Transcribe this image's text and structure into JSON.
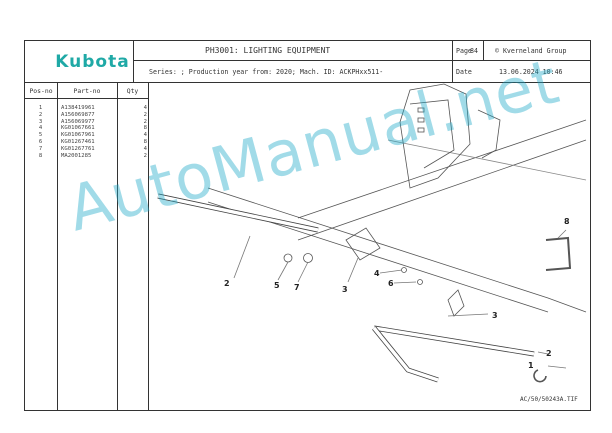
{
  "header": {
    "brand": "Kubota",
    "title": "PH3001: LIGHTING EQUIPMENT",
    "page_label": "Page",
    "page_number": "84",
    "copyright": "© Kverneland Group",
    "series_line": "Series: ; Production year from: 2020; Mach. ID: ACKPHxx511-",
    "date_label": "Date",
    "date_value": "13.06.2024  10:46"
  },
  "table": {
    "col_pos": "Pos-no",
    "col_part": "Part-no",
    "col_qty": "Qty",
    "rows": [
      {
        "pos": "1",
        "part": "A138419961",
        "qty": "4"
      },
      {
        "pos": "2",
        "part": "A156069877",
        "qty": "2"
      },
      {
        "pos": "3",
        "part": "A156069977",
        "qty": "2"
      },
      {
        "pos": "4",
        "part": "KG01067661",
        "qty": "8"
      },
      {
        "pos": "5",
        "part": "KG01067961",
        "qty": "4"
      },
      {
        "pos": "6",
        "part": "KG01267461",
        "qty": "8"
      },
      {
        "pos": "7",
        "part": "KG01267761",
        "qty": "4"
      },
      {
        "pos": "8",
        "part": "MA2001285",
        "qty": "2"
      }
    ]
  },
  "drawing": {
    "callouts": [
      "1",
      "2",
      "3",
      "4",
      "5",
      "6",
      "7",
      "8",
      "2",
      "3"
    ],
    "reference": "AC/50/50243A.TIF"
  },
  "watermark": "AutoManual.net"
}
